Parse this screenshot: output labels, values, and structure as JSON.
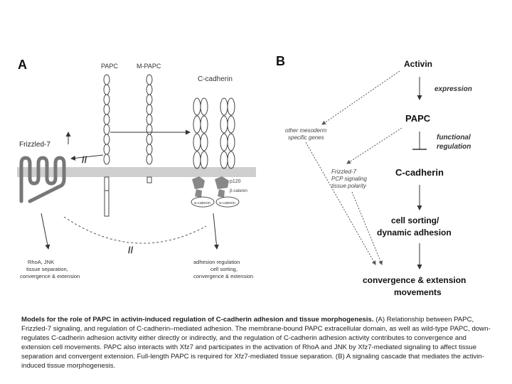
{
  "panelA": {
    "label": "A",
    "papc": "PAPC",
    "mpapc": "M-PAPC",
    "ccadherin": "C-cadherin",
    "frizzled": "Frizzled-7",
    "p120": "p120",
    "bcatenin": "β-catenin",
    "acatenin": "α-catenin",
    "ncatenin": "α-catenin",
    "left_outcome": [
      "RhoA, JNK",
      "tissue separation,",
      "convergence & extension"
    ],
    "right_outcome": [
      "adhesion regulation",
      "cell sorting,",
      "convergence & extension"
    ]
  },
  "panelB": {
    "label": "B",
    "activin": "Activin",
    "expression": "expression",
    "papc": "PAPC",
    "functional_regulation": [
      "functional",
      "regulation"
    ],
    "ccadherin": "C-cadherin",
    "cell_sorting": [
      "cell sorting/",
      "dynamic adhesion"
    ],
    "convergence": [
      "convergence & extension",
      "movements"
    ],
    "other_genes": [
      "other mesoderm",
      "specific genes"
    ],
    "frizzled_pcp": [
      "Frizzled-7",
      "PCP signaling",
      "tissue polarity"
    ]
  },
  "caption": {
    "title": "Models for the role of PAPC in activin-induced regulation of C-cadherin adhesion and tissue morphogenesis.",
    "body": "(A) Relationship between PAPC, Frizzled-7 signaling, and regulation of C-cadherin–mediated adhesion. The membrane-bound PAPC extracellular domain, as well as wild-type PAPC, down-regulates C-cadherin adhesion activity either directly or indirectly, and the regulation of C-cadherin adhesion activity contributes to convergence and extension cell movements. PAPC also interacts with Xfz7 and participates in the activation of RhoA and JNK by Xfz7-mediated signaling to affect tissue separation and convergent extension. Full-length PAPC is required for Xfz7-mediated tissue separation. (B) A signaling cascade that mediates the activin-induced tissue morphogenesis."
  }
}
